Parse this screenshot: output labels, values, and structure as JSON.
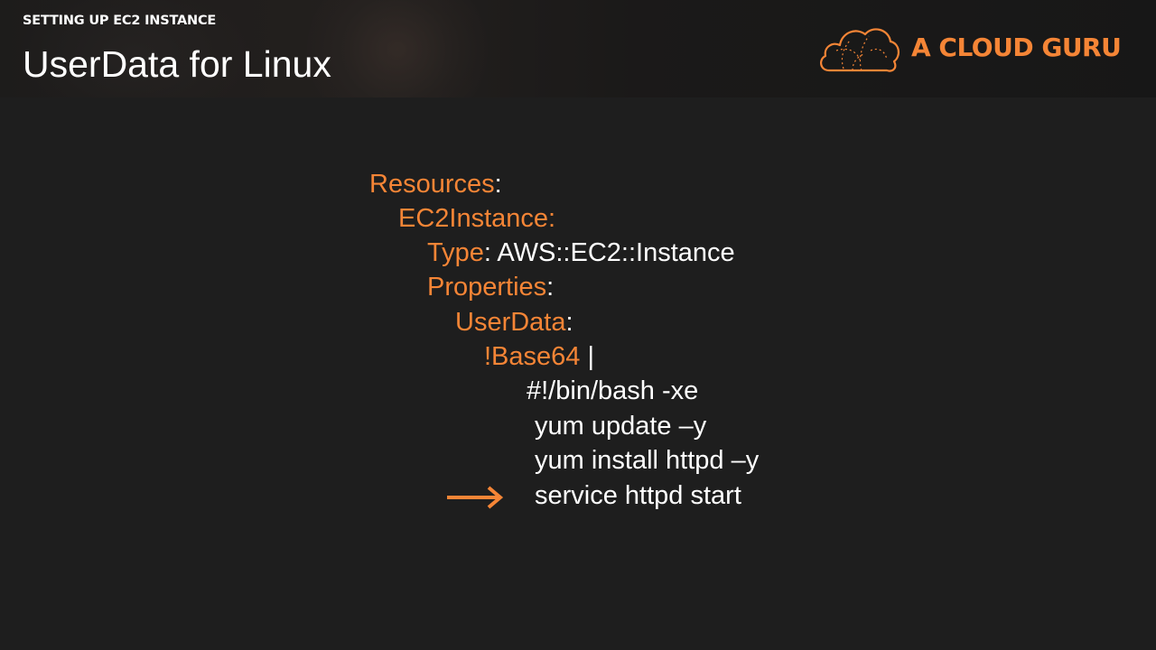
{
  "header": {
    "section_label": "SETTING UP EC2 INSTANCE",
    "title": "UserData for Linux",
    "logo_text": "A CLOUD GURU"
  },
  "code": {
    "line1_key": "Resources",
    "line1_punct": ":",
    "line2_key": "EC2Instance:",
    "line3_key": "Type",
    "line3_value": ": AWS::EC2::Instance",
    "line4_key": "Properties",
    "line4_punct": ":",
    "line5_key": "UserData",
    "line5_punct": ":",
    "line6_key": "!Base64",
    "line6_punct": " |",
    "line7": "#!/bin/bash -xe",
    "line8": "yum update –y",
    "line9": "yum install httpd –y",
    "line10": "service httpd start"
  },
  "colors": {
    "accent": "#f58536",
    "background": "#1e1e1e",
    "text": "#ffffff"
  },
  "icons": {
    "logo": "cloud-logo-icon",
    "pointer": "right-arrow-icon"
  }
}
